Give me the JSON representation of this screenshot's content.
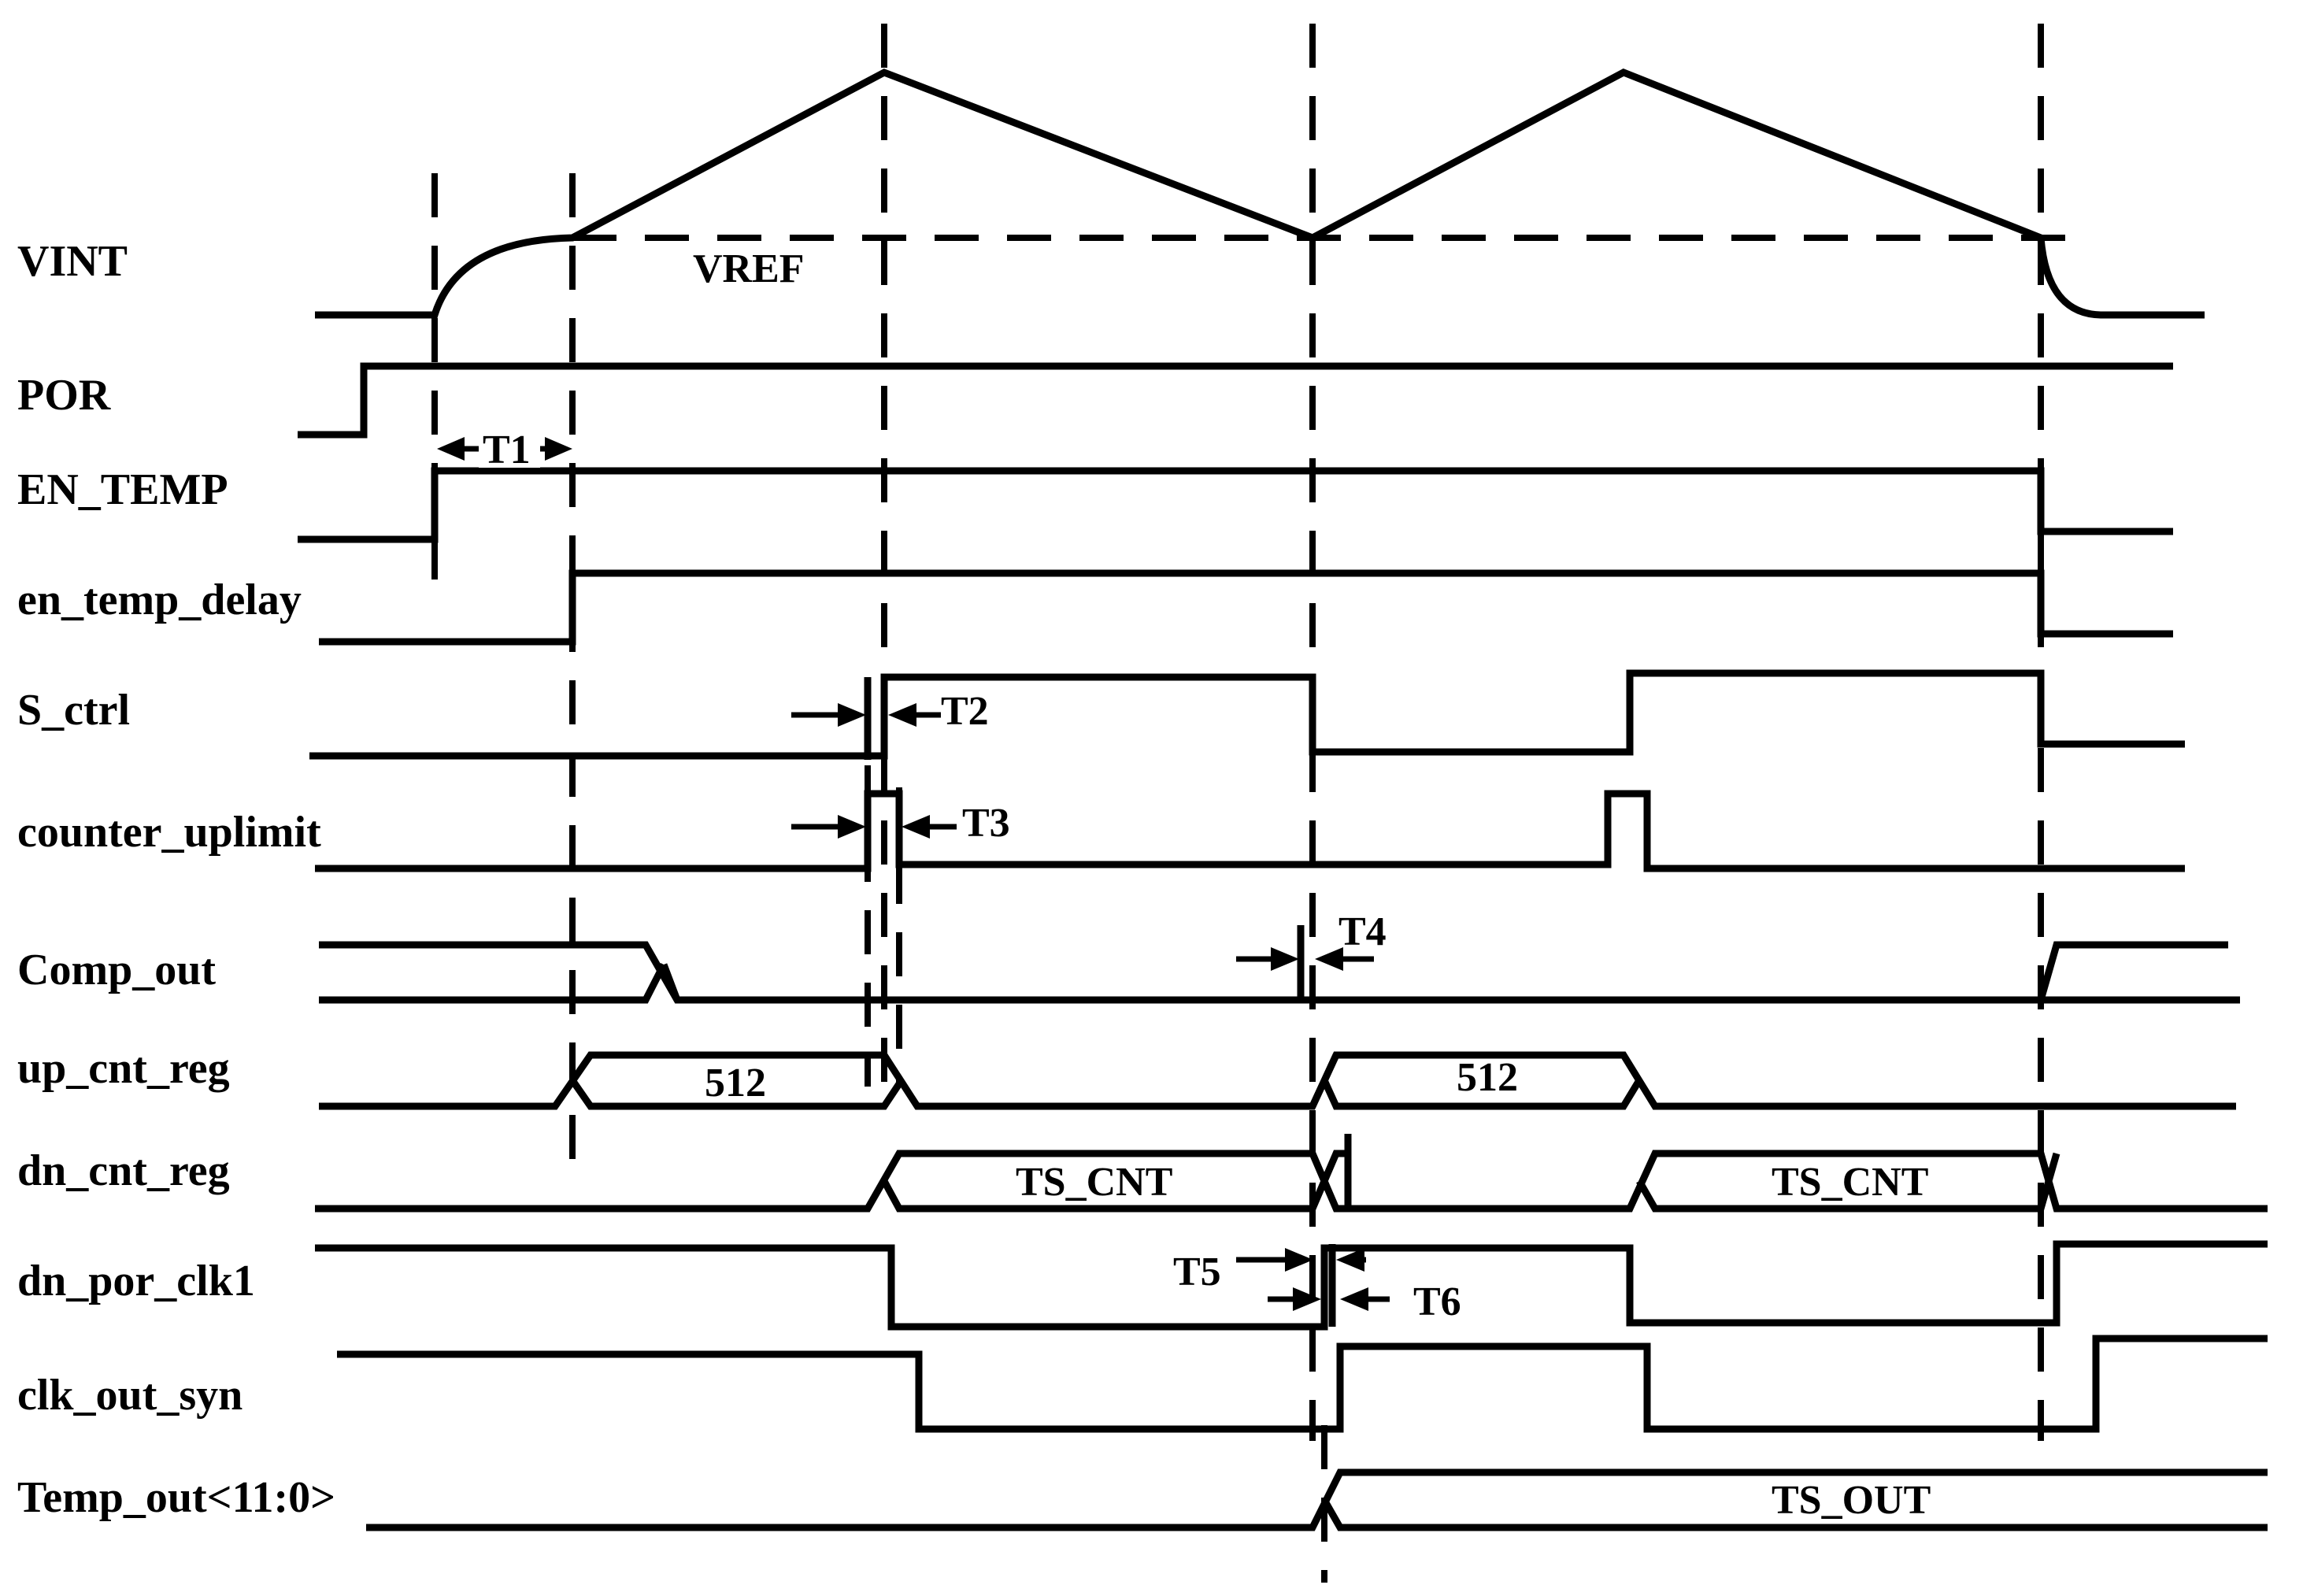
{
  "signals": [
    {
      "name": "VINT"
    },
    {
      "name": "POR"
    },
    {
      "name": "EN_TEMP"
    },
    {
      "name": "en_temp_delay"
    },
    {
      "name": "S_ctrl"
    },
    {
      "name": "counter_uplimit"
    },
    {
      "name": "Comp_out"
    },
    {
      "name": "up_cnt_reg"
    },
    {
      "name": "dn_cnt_reg"
    },
    {
      "name": "dn_por_clk1"
    },
    {
      "name": "clk_out_syn"
    },
    {
      "name": "Temp_out<11:0>"
    }
  ],
  "reference_label": "VREF",
  "timing_labels": [
    "T1",
    "T2",
    "T3",
    "T4",
    "T5",
    "T6"
  ],
  "bus_values": {
    "up_cnt_1": "512",
    "up_cnt_2": "512",
    "dn_cnt_1": "TS_CNT",
    "dn_cnt_2": "TS_CNT",
    "temp_out": "TS_OUT"
  }
}
